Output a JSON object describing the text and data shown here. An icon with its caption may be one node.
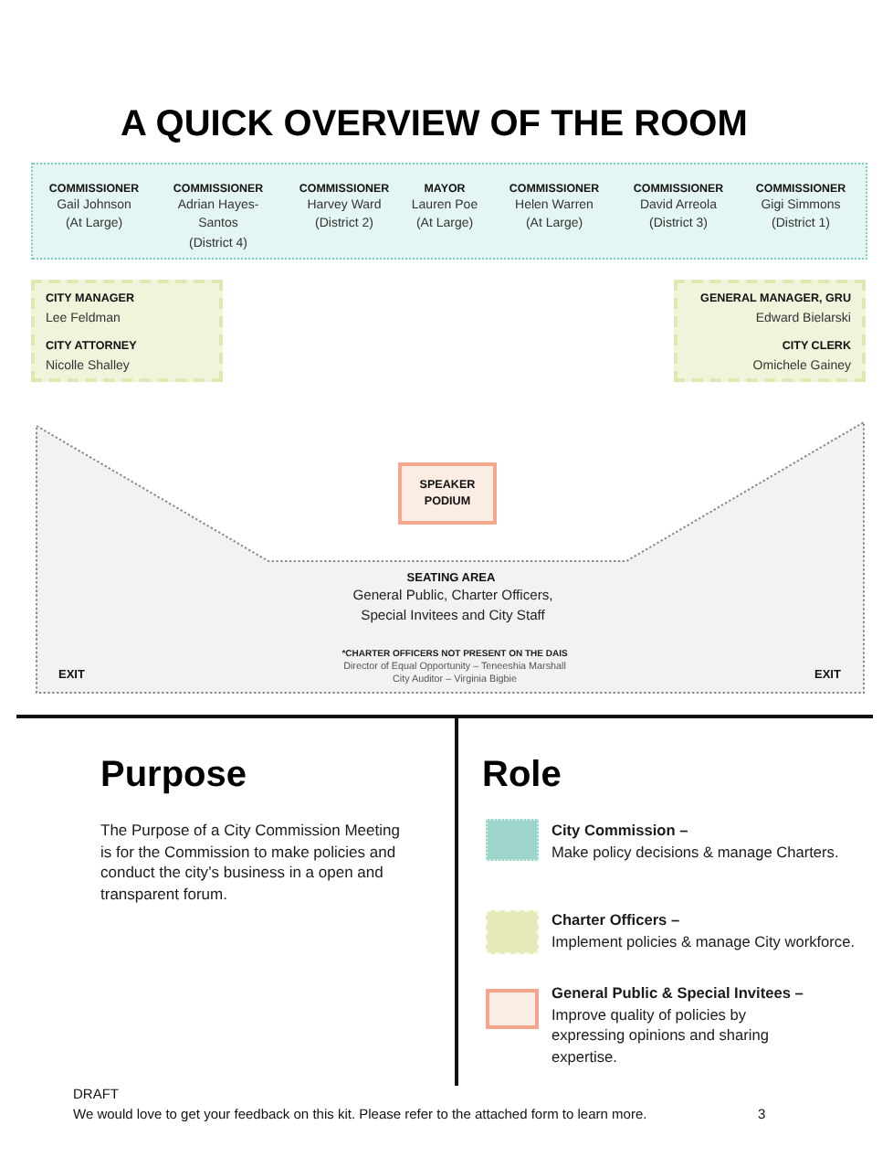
{
  "diagram": {
    "title": "A QUICK OVERVIEW OF THE ROOM",
    "nodes": [
      {
        "text": [
          "COMMISSIONER",
          "Gail Johnson (At Large)",
          "COMMISSIONER",
          "Adrian Hayes-Santos (District 4)",
          "COMMISSIONER",
          "Harvey Ward (District 2)",
          "MAYOR",
          "Lauren Poe (At Large)",
          "COMMISSIONER",
          "Helen Warren (At Large)",
          "COMMISSIONER",
          "David Arreola (District 3)",
          "COMMISSIONER",
          "Gigi Simmons (District 1)"
        ]
      },
      {
        "text": [
          "CITY MANAGER",
          "Lee Feldman",
          "CITY ATTORNEY",
          "Nicolle Shalley"
        ]
      },
      {
        "text": [
          "GENERAL MANAGER, GRU",
          "Edward Bielarski",
          "CITY CLERK",
          "Omichele Gainey"
        ]
      },
      {
        "text": [
          "SEATING AREA",
          "General Public, Charter Officers, Special Invitees and City Staff",
          "*CHARTER OFFICERS NOT PRESENT ON THE DAIS",
          "Director of Equal Opportunity – Teneeshia Marshall",
          "City Auditor – Virginia Bigbie",
          "EXIT",
          "EXIT"
        ]
      },
      {
        "text": [
          "SPEAKER PODIUM"
        ]
      }
    ],
    "labels": [
      "Purpose",
      "The Purpose of a City Commission Meeting is for the Commission to make policies and conduct the city’s business in a open and transparent forum.",
      "Role",
      "DRAFT",
      "We would love to get your feedback on this kit. Please refer to the attached form to learn more.",
      "3"
    ],
    "legend": [
      {
        "text": "**City Commission –** Make policy decisions & manage Charters.",
        "color": "#9dd4cc"
      },
      {
        "text": "**Charter Officers –** Implement policies & manage City workforce.",
        "color": "#e6e9b9"
      },
      {
        "text": "**General Public & Special Invitees –** Improve quality of policies by expressing opinions and sharing expertise.",
        "color": "#fbeee5"
      }
    ]
  }
}
